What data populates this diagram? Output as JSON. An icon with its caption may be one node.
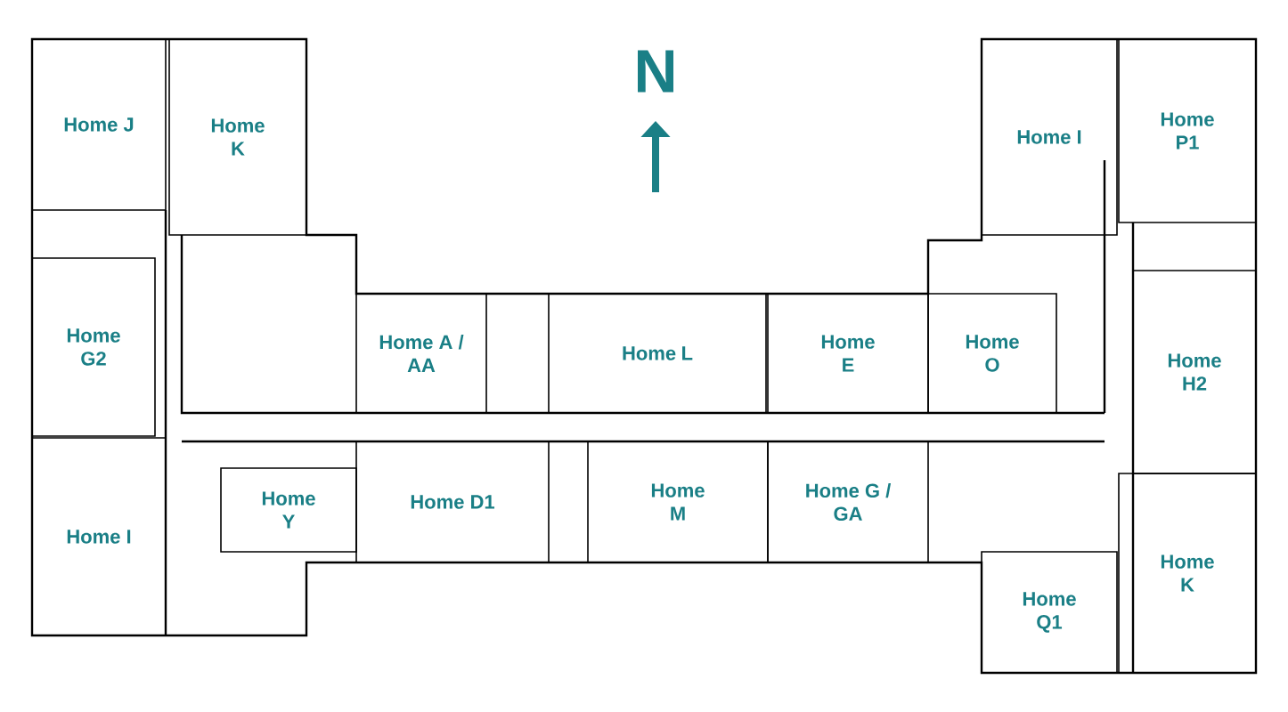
{
  "diagram": {
    "nodes": [
      {
        "text": [
          "Home J"
        ]
      },
      {
        "text": [
          "Home K"
        ]
      },
      {
        "text": [
          "Home I"
        ]
      },
      {
        "text": [
          "Home P1"
        ]
      },
      {
        "text": [
          "Home G2"
        ]
      },
      {
        "text": [
          "Home A / AA"
        ]
      },
      {
        "text": [
          "Home L"
        ]
      },
      {
        "text": [
          "Home E"
        ]
      },
      {
        "text": [
          "Home O"
        ]
      },
      {
        "text": [
          "Home H2"
        ]
      },
      {
        "text": [
          "Home D1"
        ]
      },
      {
        "text": [
          "Home M"
        ]
      },
      {
        "text": [
          "Home G / GA"
        ]
      },
      {
        "text": [
          "Home Y"
        ]
      },
      {
        "text": [
          "Home I"
        ]
      },
      {
        "text": [
          "Home Q1"
        ]
      },
      {
        "text": [
          "Home K"
        ]
      }
    ],
    "labels": [
      "N"
    ]
  }
}
